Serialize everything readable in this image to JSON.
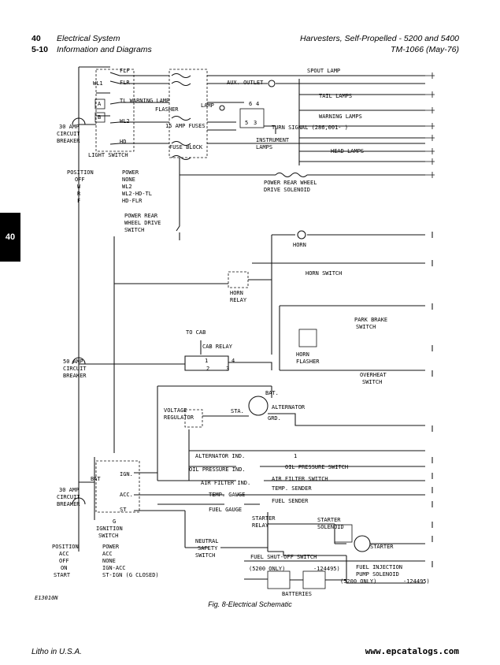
{
  "header": {
    "page_num": "40",
    "section_title": "Electrical System",
    "subpage": "5-10",
    "subsection_title": "Information and Diagrams",
    "doc_title": "Harvesters, Self-Propelled  -  5200 and 5400",
    "doc_code": "TM-1066   (May-76)"
  },
  "side_tab": "40",
  "labels": {
    "flf": "FLF",
    "flr": "FLR",
    "wl1": "WL1",
    "a": "A",
    "b": "B",
    "tl_warning": "TL WARNING LAMP",
    "flasher": "FLASHER",
    "wl2": "WL2",
    "hd": "HD",
    "light_switch": "LIGHT SWITCH",
    "lamp": "LAMP",
    "amp30_1a": "30 AMP",
    "amp30_1b": "CIRCUIT",
    "amp30_1c": "BREAKER",
    "fuses": "15 AMP FUSES",
    "fuse_block": "FUSE BLOCK",
    "aux_outlet": "AUX. OUTLET",
    "spout_lamp": "SPOUT LAMP",
    "tail_lamps": "TAIL LAMPS",
    "warning_lamps": "WARNING LAMPS",
    "turn_signal": "TURN SIGNAL (286,001-      )",
    "instrument_lamps_a": "INSTRUMENT",
    "instrument_lamps_b": "LAMPS",
    "head_lamps": "HEAD LAMPS",
    "n6": "6",
    "n4": "4",
    "n5": "5",
    "n3": "3",
    "prwd_sol_a": "POWER REAR WHEEL",
    "prwd_sol_b": "DRIVE SOLENOID",
    "prwd_sw_a": "POWER REAR",
    "prwd_sw_b": "WHEEL DRIVE",
    "prwd_sw_c": "SWITCH",
    "horn": "HORN",
    "horn_switch": "HORN SWITCH",
    "horn_relay_a": "HORN",
    "horn_relay_b": "RELAY",
    "park_brake_a": "PARK BRAKE",
    "park_brake_b": "SWITCH",
    "horn_flasher_a": "HORN",
    "horn_flasher_b": "FLASHER",
    "to_cab": "TO CAB",
    "cab_relay": "CAB RELAY",
    "r1": "1",
    "r2": "2",
    "r3": "3",
    "r4": "4",
    "amp50_a": "50 AMP",
    "amp50_b": "CIRCUIT",
    "amp50_c": "BREAKER",
    "overheat_a": "OVERHEAT",
    "overheat_b": "SWITCH",
    "bat_alt": "BAT.",
    "sta": "STA.",
    "alternator": "ALTERNATOR",
    "grd": "GRD.",
    "volt_reg_a": "VOLTAGE",
    "volt_reg_b": "REGULATOR",
    "alt_ind": "ALTERNATOR IND.",
    "oil_ind": "OIL PRESSURE IND.",
    "oil_sw": "OIL PRESSURE SWITCH",
    "air_ind": "AIR FILTER IND.",
    "air_sw": "AIR FILTER SWITCH",
    "temp_gauge": "TEMP. GAUGE",
    "temp_sender": "TEMP. SENDER",
    "fuel_gauge": "FUEL GAUGE",
    "fuel_sender": "FUEL SENDER",
    "bat": "BAT",
    "ign": "IGN.",
    "acc": "ACC.",
    "st": "ST",
    "g": "G",
    "ign_sw_a": "IGNITION",
    "ign_sw_b": "SWITCH",
    "amp30_2a": "30 AMP",
    "amp30_2b": "CIRCUIT",
    "amp30_2c": "BREAKER",
    "starter_relay_a": "STARTER",
    "starter_relay_b": "RELAY",
    "starter_sol_a": "STARTER",
    "starter_sol_b": "SOLENOID",
    "starter": "STARTER",
    "neutral_a": "NEUTRAL",
    "neutral_b": "SAFETY",
    "neutral_c": "SWITCH",
    "fuel_shutoff": "FUEL SHUT-OFF SWITCH",
    "only5200": "(5200 ONLY)",
    "dash124495": "-124495)",
    "fuel_inj_a": "FUEL INJECTION",
    "fuel_inj_b": "PUMP SOLENOID",
    "only5400": "(5200 ONLY)",
    "batteries": "BATTERIES",
    "one": "1"
  },
  "light_table": {
    "col1": "POSITION",
    "col2": "POWER",
    "rows": [
      [
        "OFF",
        "NONE"
      ],
      [
        "W",
        "WL2"
      ],
      [
        "R",
        "WL2-HD-TL"
      ],
      [
        "F",
        "HD-FLR"
      ]
    ]
  },
  "ign_table": {
    "col1": "POSITION",
    "col2": "POWER",
    "rows": [
      [
        "ACC",
        "ACC"
      ],
      [
        "OFF",
        "NONE"
      ],
      [
        "ON",
        "IGN-ACC"
      ],
      [
        "START",
        "ST-IGN (G CLOSED)"
      ]
    ]
  },
  "figure_code": "E13010N",
  "caption": "Fig. 8-Electrical Schematic",
  "footer_left": "Litho in U.S.A.",
  "footer_right": "www.epcatalogs.com"
}
